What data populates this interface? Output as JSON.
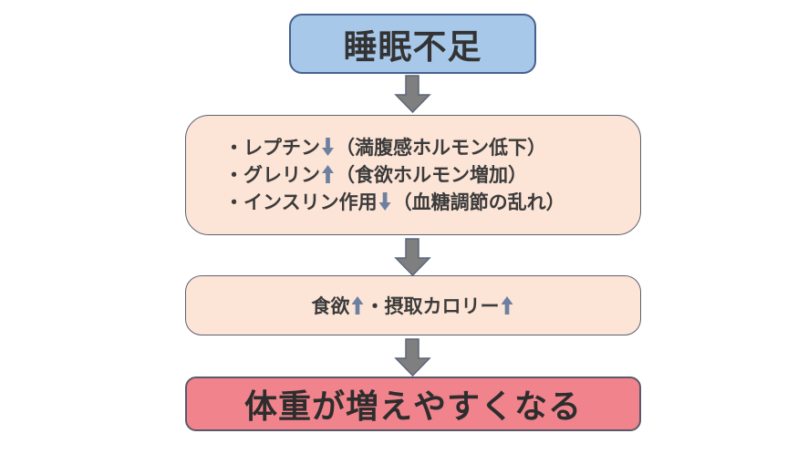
{
  "flow": {
    "top_box": {
      "label": "睡眠不足"
    },
    "hormone_box": {
      "lines": [
        {
          "pre": "・レプチン",
          "arrow": "down",
          "post": "（満腹感ホルモン低下）"
        },
        {
          "pre": "・グレリン",
          "arrow": "up",
          "post": "（食欲ホルモン増加）"
        },
        {
          "pre": "・インスリン作用",
          "arrow": "down",
          "post": "（血糖調節の乱れ）"
        }
      ]
    },
    "appetite_box": {
      "pre": "食欲",
      "arrow1": "up",
      "mid": "・摂取カロリー",
      "arrow2": "up"
    },
    "result_box": {
      "label": "体重が増えやすくなる"
    },
    "connectors": [
      "down",
      "down",
      "down"
    ]
  },
  "colors": {
    "top_box_fill": "#a8c8ea",
    "top_box_border": "#47618e",
    "middle_box_fill": "#fce4d6",
    "middle_box_border": "#5d6272",
    "result_box_fill": "#f0838b",
    "result_box_border": "#59596b",
    "connector_fill": "#7f7f7f",
    "connector_border": "#5b6578",
    "inline_arrow": "#6e80a0",
    "text": "#333333"
  }
}
